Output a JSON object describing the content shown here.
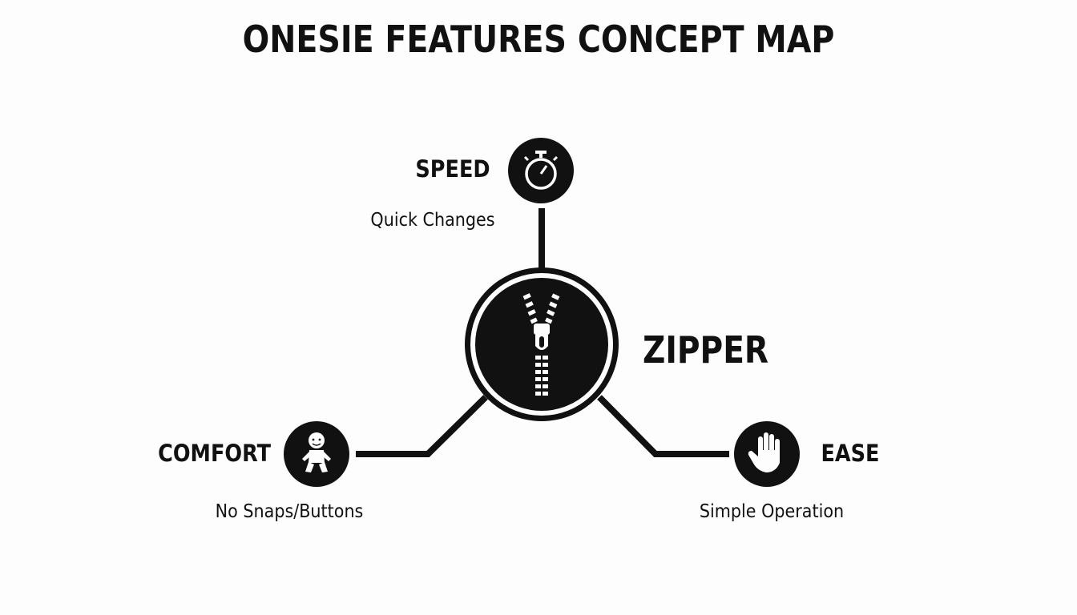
{
  "title": "ONESIE FEATURES CONCEPT MAP",
  "center": {
    "label": "ZIPPER",
    "icon": "zipper-icon"
  },
  "nodes": {
    "speed": {
      "label": "SPEED",
      "description": "Quick Changes",
      "icon": "stopwatch-icon"
    },
    "comfort": {
      "label": "COMFORT",
      "description": "No Snaps/Buttons",
      "icon": "baby-icon"
    },
    "ease": {
      "label": "EASE",
      "description": "Simple Operation",
      "icon": "hand-icon"
    }
  },
  "colors": {
    "foreground": "#111111",
    "background": "#fdfdfd"
  }
}
